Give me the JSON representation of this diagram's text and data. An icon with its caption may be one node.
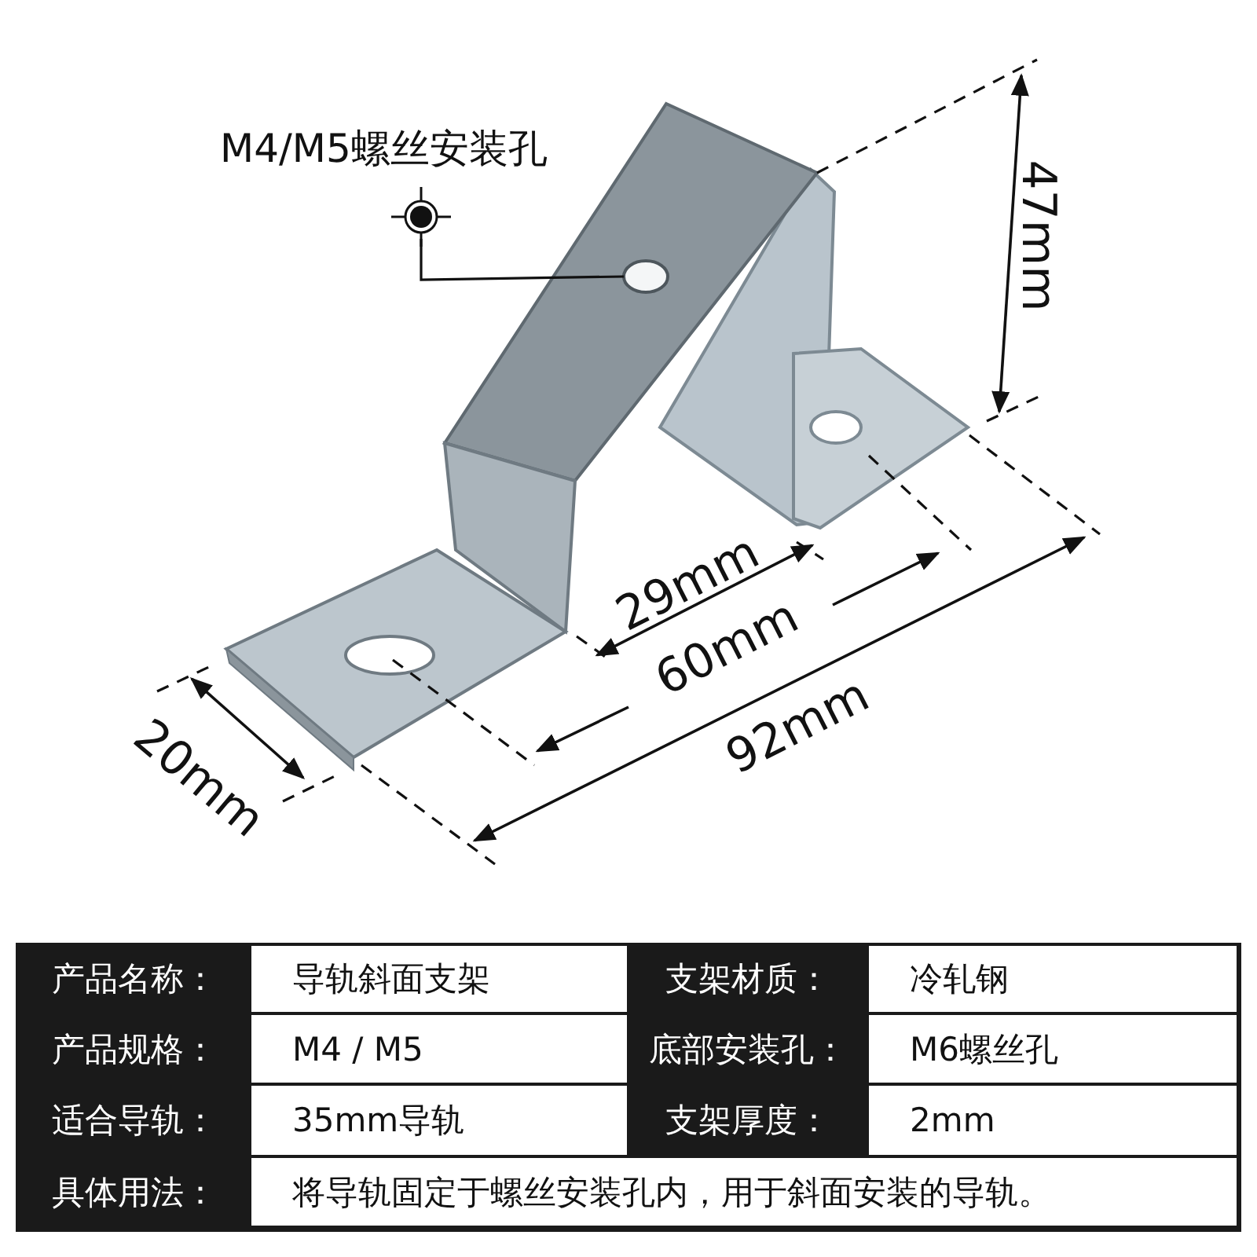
{
  "diagram": {
    "nodes": [
      {
        "text": [
          "M4/M5螺丝安装孔"
        ]
      },
      {
        "text": [],
        "shape": "circle"
      }
    ],
    "edges": [
      {
        "from": 0,
        "to": 1,
        "arrow": "none"
      }
    ],
    "labels": [
      "47mm",
      "29mm",
      "60mm",
      "20mm",
      "92mm",
      "产品名称：",
      "导轨斜面支架",
      "支架材质：",
      "冷轧钢",
      "产品规格：",
      "M4 / M5",
      "底部安装孔：",
      "M6螺丝孔",
      "适合导轨：",
      "35mm导轨",
      "支架厚度：",
      "2mm",
      "具体用法：",
      "将导轨固定于螺丝安装孔内，用于斜面安装的导轨。"
    ]
  }
}
